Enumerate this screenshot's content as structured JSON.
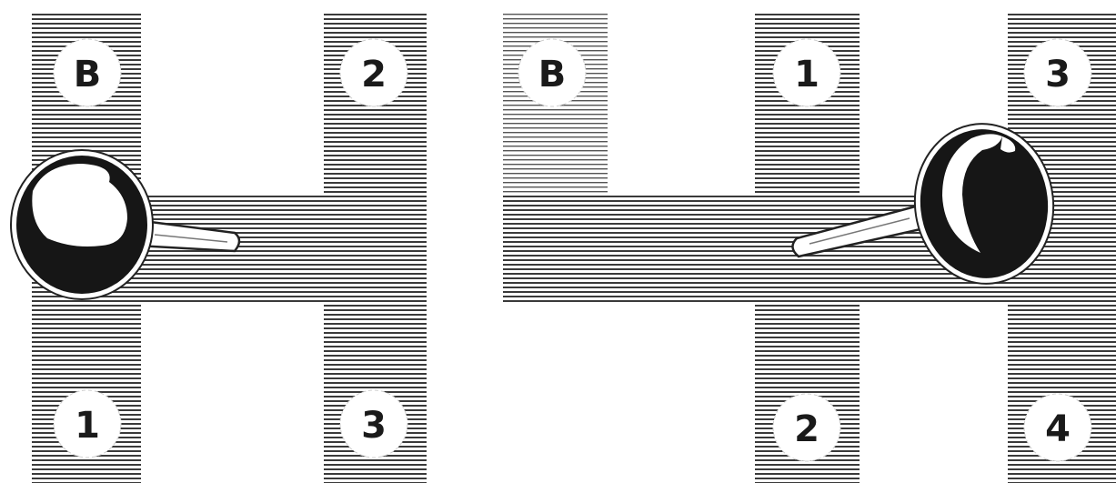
{
  "diagrams": [
    {
      "positions": {
        "top_left": "B",
        "top_right": "2",
        "bottom_left": "1",
        "bottom_right": "3"
      },
      "knob_at": "top_left"
    },
    {
      "positions": {
        "top_left": "B",
        "top_middle": "1",
        "top_right": "3",
        "bottom_middle": "2",
        "bottom_right": "4"
      },
      "knob_at": "top_right"
    }
  ],
  "colors": {
    "hatch_line": "#3a3a3a",
    "knob_fill": "#161616",
    "knob_highlight": "#ffffff",
    "background": "#ffffff"
  }
}
